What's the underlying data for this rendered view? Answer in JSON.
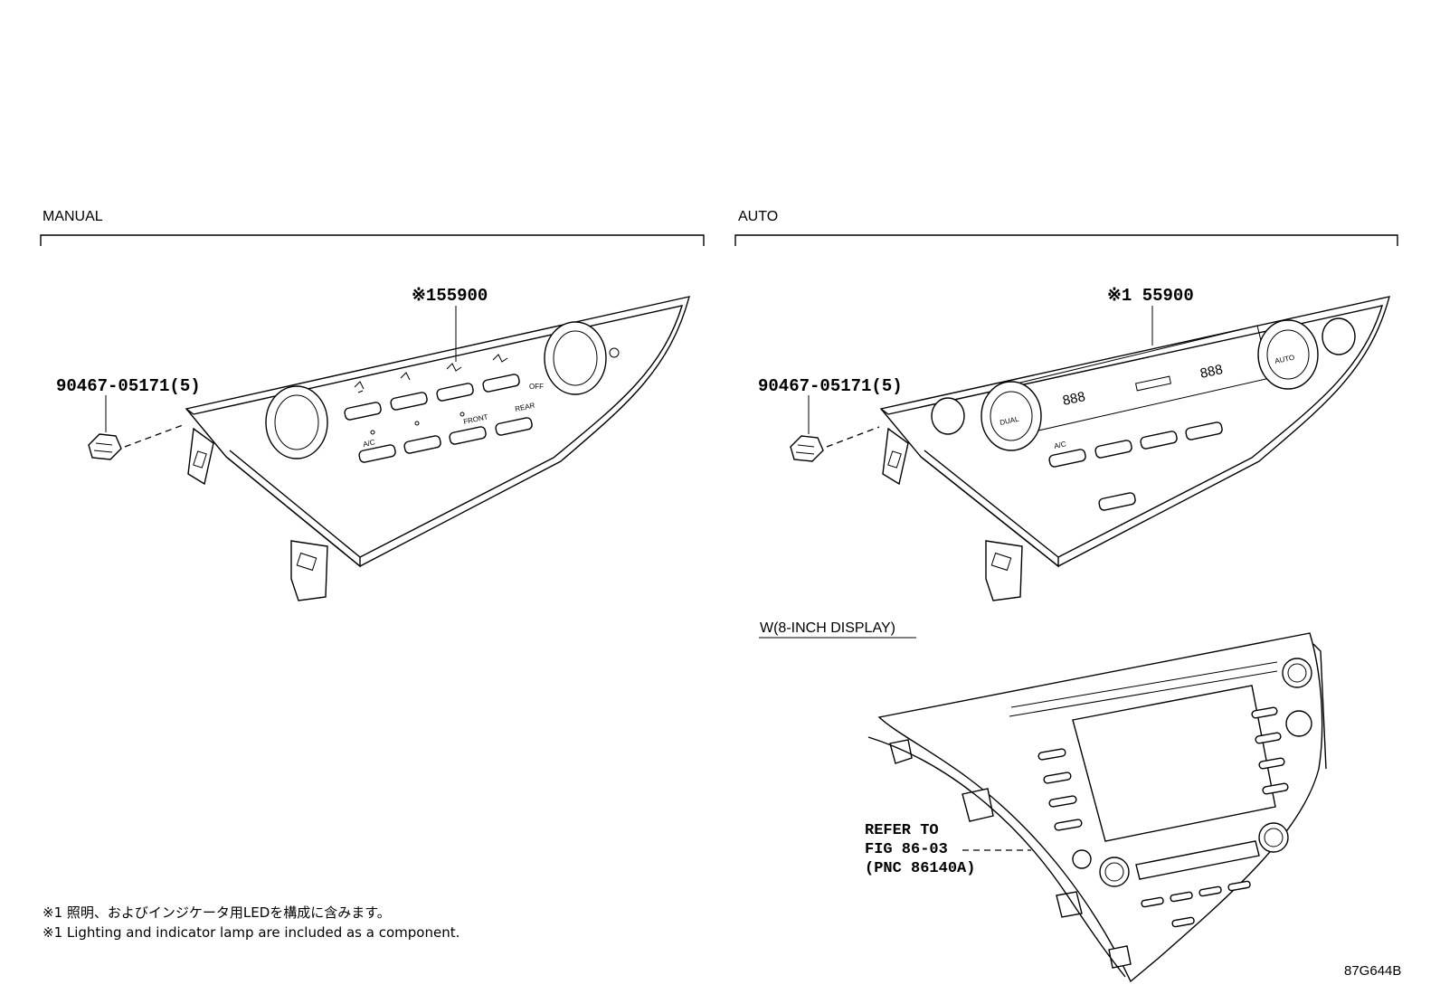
{
  "sections": {
    "manual": "MANUAL",
    "auto": "AUTO",
    "display": "W(8-INCH DISPLAY)"
  },
  "manual_panel": {
    "part_number": "※155900",
    "clip_part": "90467-05171(5)",
    "button_labels": {
      "ac": "A/C",
      "off": "OFF",
      "front": "FRONT",
      "rear": "REAR"
    }
  },
  "auto_panel": {
    "part_number": "※1 55900",
    "clip_part": "90467-05171(5)",
    "knob_left": "DUAL",
    "knob_right": "AUTO",
    "lcd_left": "888",
    "lcd_right": "888",
    "button_ac": "A/C"
  },
  "display_unit": {
    "reference_line1": "REFER TO",
    "reference_line2": "FIG 86-03",
    "reference_line3": "(PNC 86140A)"
  },
  "notes": {
    "japanese": "※1 照明、およびインジケータ用LEDを構成に含みます。",
    "english": "※1 Lighting and indicator lamp are included as a component."
  },
  "figure_code": "87G644B"
}
